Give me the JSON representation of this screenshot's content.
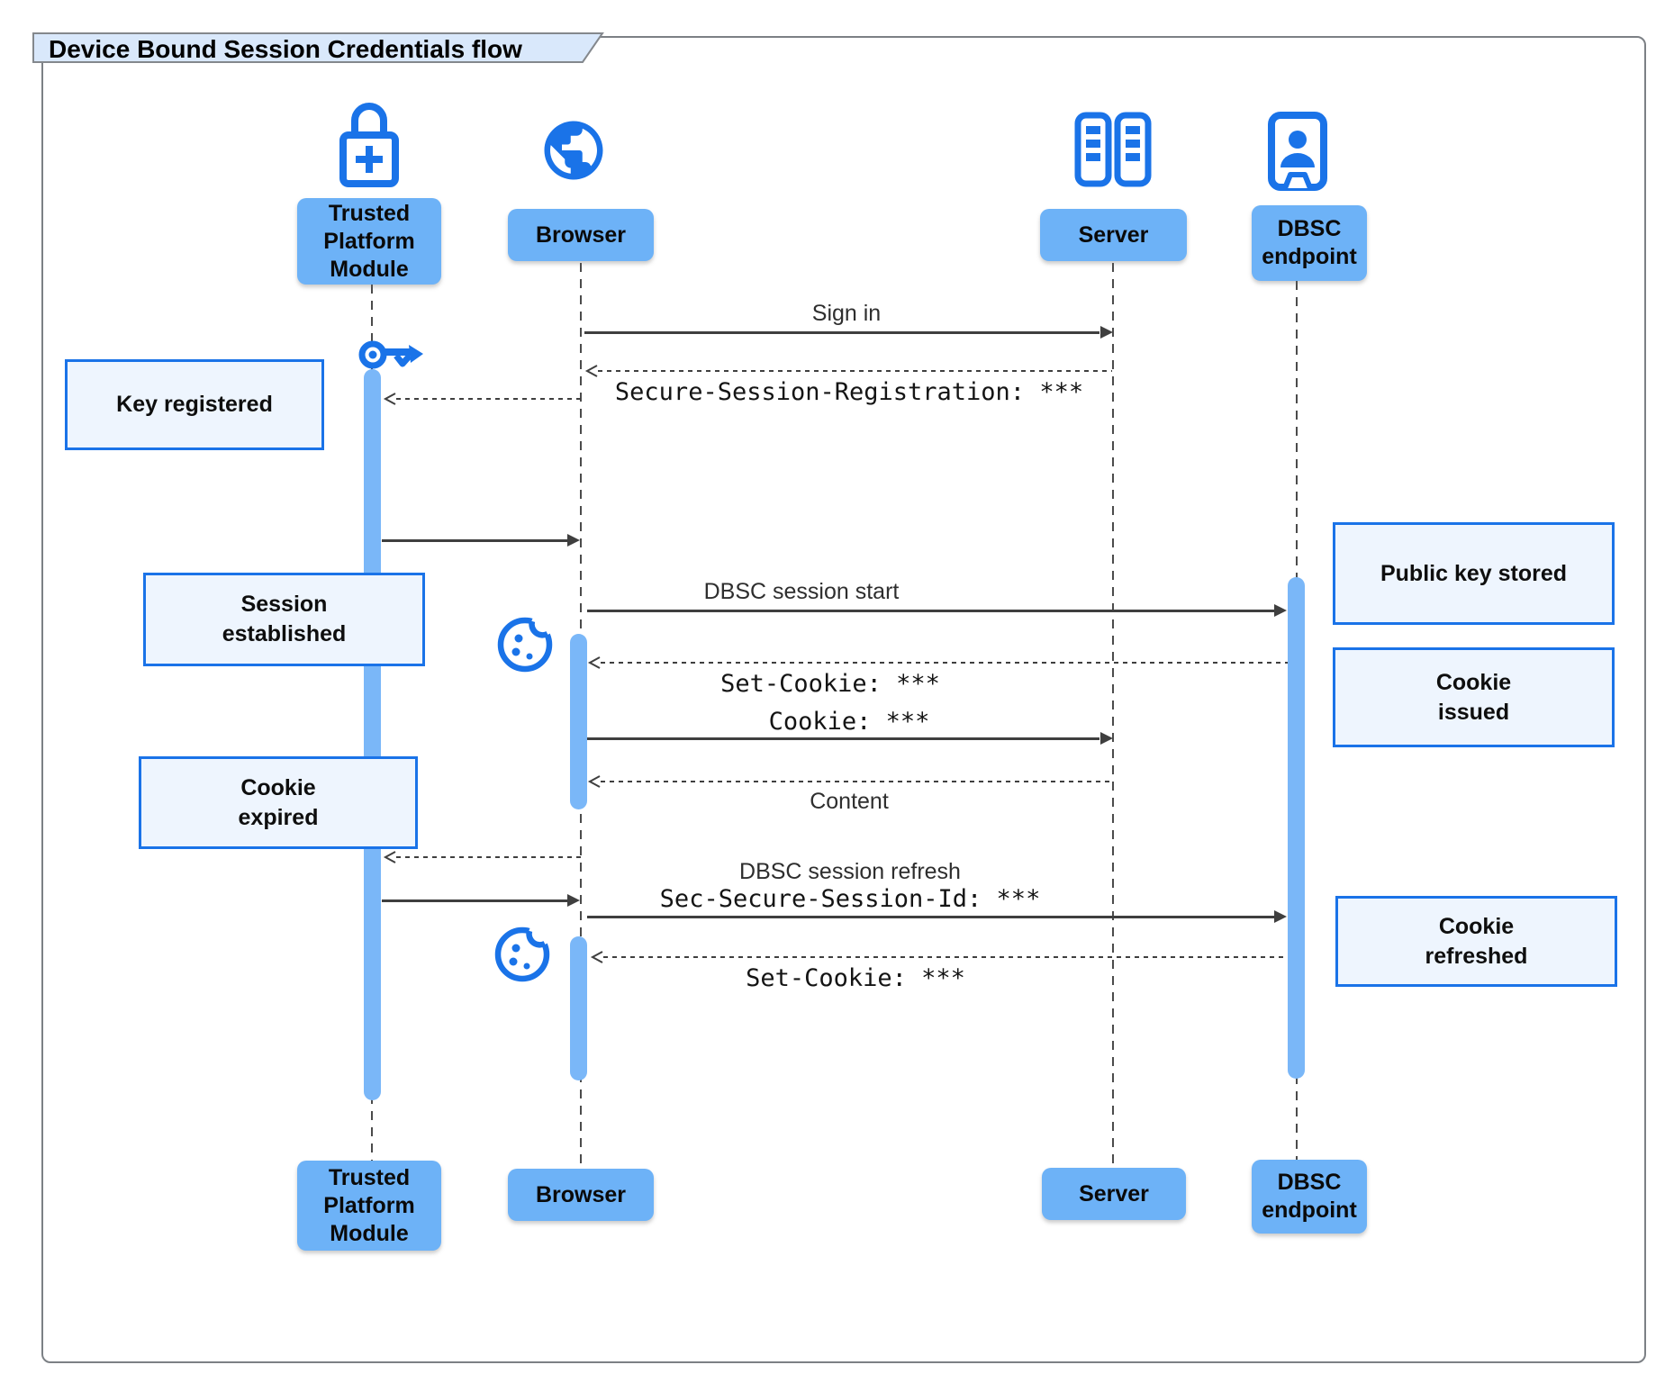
{
  "title": "Device Bound Session Credentials flow",
  "diagram_type": "sequence-diagram",
  "colors": {
    "icon_blue": "#1a73e8",
    "participant_fill": "#6db2f7",
    "activation_fill": "#7ab7f8",
    "note_fill": "#eef5fe",
    "note_border": "#1a73e8",
    "title_fill": "#d9e8fb",
    "line_color": "#3f3f3f"
  },
  "participants": [
    {
      "name": "Trusted Platform Module",
      "label": "Trusted\nPlatform\nModule",
      "icon": "lock-plus-icon"
    },
    {
      "name": "Browser",
      "label": "Browser",
      "icon": "globe-icon"
    },
    {
      "name": "Server",
      "label": "Server",
      "icon": "server-rack-icon"
    },
    {
      "name": "DBSC endpoint",
      "label": "DBSC\nendpoint",
      "icon": "id-badge-icon"
    }
  ],
  "messages": [
    {
      "label": "Sign in",
      "from": "Browser",
      "to": "Server",
      "style": "solid"
    },
    {
      "label": "Secure-Session-Registration: ***",
      "from": "Server",
      "to": "Browser",
      "style": "dashed",
      "font": "mono"
    },
    {
      "label": "",
      "from": "Browser",
      "to": "Trusted Platform Module",
      "style": "dashed"
    },
    {
      "label": "",
      "from": "Trusted Platform Module",
      "to": "Browser",
      "style": "solid"
    },
    {
      "label": "DBSC session start",
      "from": "Browser",
      "to": "DBSC endpoint",
      "style": "solid"
    },
    {
      "label": "Set-Cookie: ***",
      "from": "DBSC endpoint",
      "to": "Browser",
      "style": "dashed",
      "font": "mono"
    },
    {
      "label": "Cookie: ***",
      "from": "Browser",
      "to": "Server",
      "style": "solid",
      "font": "mono"
    },
    {
      "label": "Content",
      "from": "Server",
      "to": "Browser",
      "style": "dashed"
    },
    {
      "label": "",
      "from": "Browser",
      "to": "Trusted Platform Module",
      "style": "dashed"
    },
    {
      "label": "",
      "from": "Trusted Platform Module",
      "to": "Browser",
      "style": "solid"
    },
    {
      "label": "DBSC session refresh",
      "sublabel": "Sec-Secure-Session-Id: ***",
      "from": "Browser",
      "to": "DBSC endpoint",
      "style": "solid"
    },
    {
      "label": "Set-Cookie: ***",
      "from": "DBSC endpoint",
      "to": "Browser",
      "style": "dashed",
      "font": "mono"
    }
  ],
  "notes": [
    {
      "text": "Key registered"
    },
    {
      "text": "Session\nestablished"
    },
    {
      "text": "Cookie\nexpired"
    },
    {
      "text": "Public key stored"
    },
    {
      "text": "Cookie\nissued"
    },
    {
      "text": "Cookie\nrefreshed"
    }
  ],
  "floating_icons": [
    "key-icon",
    "cookie-icon",
    "cookie-icon"
  ]
}
